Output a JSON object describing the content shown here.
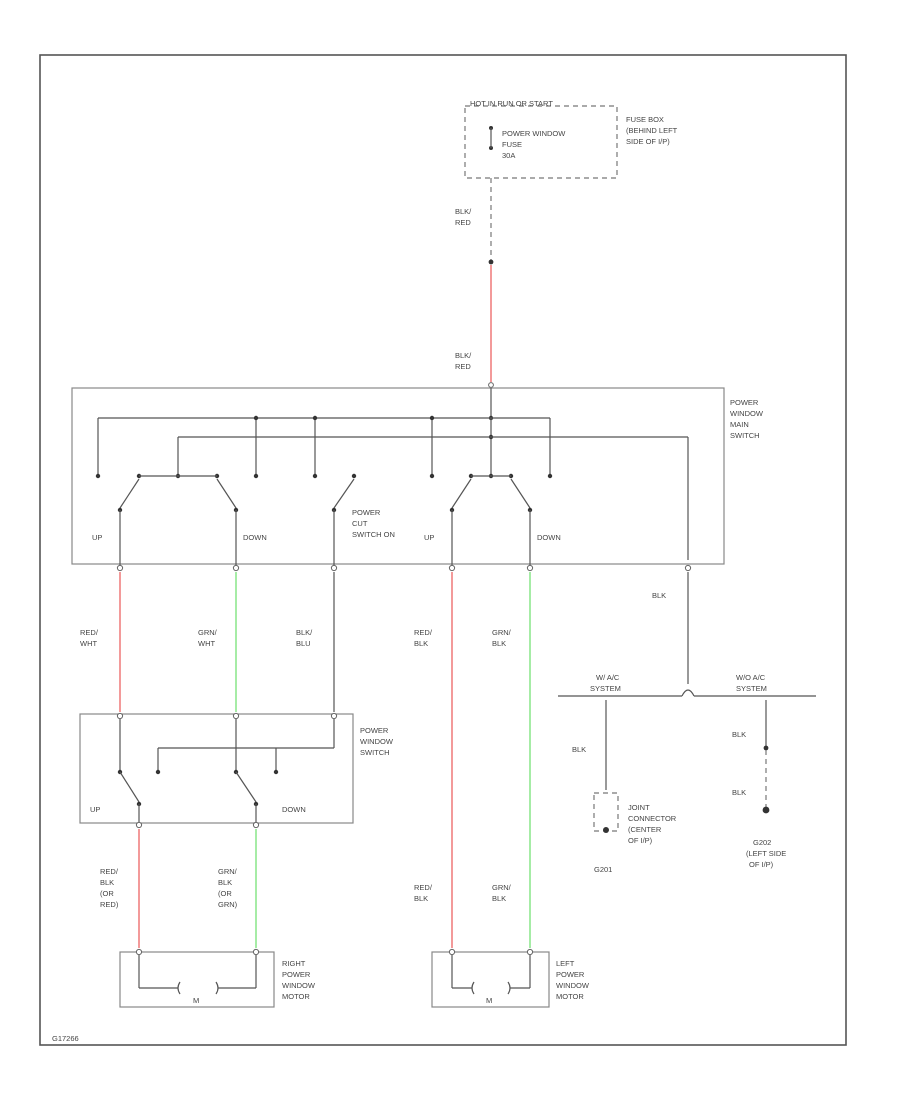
{
  "colors": {
    "red_wire": "#f08080",
    "green_wire": "#90e890",
    "wire": "#555555",
    "frame": "#555555"
  },
  "fuse_box": {
    "header": "HOT IN RUN OR START",
    "fuse_name": [
      "POWER WINDOW",
      "FUSE",
      "30A"
    ],
    "location": [
      "FUSE BOX",
      "(BEHIND LEFT",
      "SIDE OF I/P)"
    ]
  },
  "wires": {
    "feed_top": [
      "BLK/",
      "RED"
    ],
    "feed_bottom": [
      "BLK/",
      "RED"
    ],
    "pass_up": [
      "RED/",
      "WHT"
    ],
    "pass_down": [
      "GRN/",
      "WHT"
    ],
    "cutout": [
      "BLK/",
      "BLU"
    ],
    "left_up": [
      "RED/",
      "BLK"
    ],
    "left_down": [
      "GRN/",
      "BLK"
    ],
    "ground": "BLK",
    "right_motor_up": [
      "RED/",
      "BLK",
      "(OR",
      "RED)"
    ],
    "right_motor_down": [
      "GRN/",
      "BLK",
      "(OR",
      "GRN)"
    ],
    "left_motor_up": [
      "RED/",
      "BLK"
    ],
    "left_motor_down": [
      "GRN/",
      "BLK"
    ],
    "g201_wire": "BLK",
    "g202_wire_top": "BLK",
    "g202_wire_bottom": "BLK"
  },
  "main_switch": {
    "name": [
      "POWER",
      "WINDOW",
      "MAIN",
      "SWITCH"
    ],
    "up_1": "UP",
    "down_1": "DOWN",
    "cutout_name": [
      "POWER",
      "CUT",
      "SWITCH ON"
    ],
    "up_2": "UP",
    "down_2": "DOWN"
  },
  "sub_switch": {
    "name": [
      "POWER",
      "WINDOW",
      "SWITCH"
    ],
    "up": "UP",
    "down": "DOWN"
  },
  "grounds": {
    "with_ac": [
      "W/ A/C",
      "SYSTEM"
    ],
    "without_ac": [
      "W/O A/C",
      "SYSTEM"
    ],
    "joint_connector": [
      "JOINT",
      "CONNECTOR",
      "(CENTER",
      "OF I/P)"
    ],
    "g201": "G201",
    "g202": [
      "G202",
      "(LEFT SIDE",
      "OF I/P)"
    ]
  },
  "motors": {
    "right": [
      "RIGHT",
      "POWER",
      "WINDOW",
      "MOTOR"
    ],
    "right_symbol": "M",
    "left": [
      "LEFT",
      "POWER",
      "WINDOW",
      "MOTOR"
    ],
    "left_symbol": "M"
  },
  "footer_code": "G17266"
}
